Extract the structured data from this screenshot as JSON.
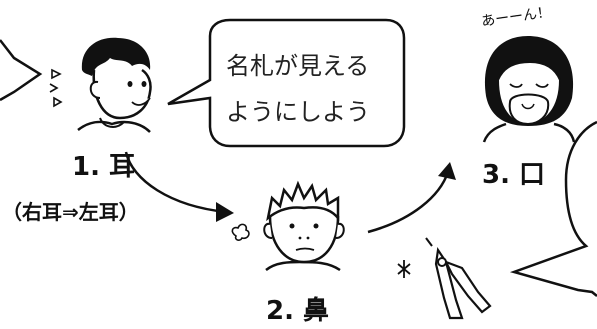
{
  "speech_bubble": {
    "line1": "名札が見える",
    "line2": "ようにしよう"
  },
  "steps": [
    {
      "label": "1. 耳",
      "note": "（右耳⇒左耳）"
    },
    {
      "label": "2. 鼻"
    },
    {
      "label": "3. 口",
      "sound": "あーーん！"
    }
  ]
}
